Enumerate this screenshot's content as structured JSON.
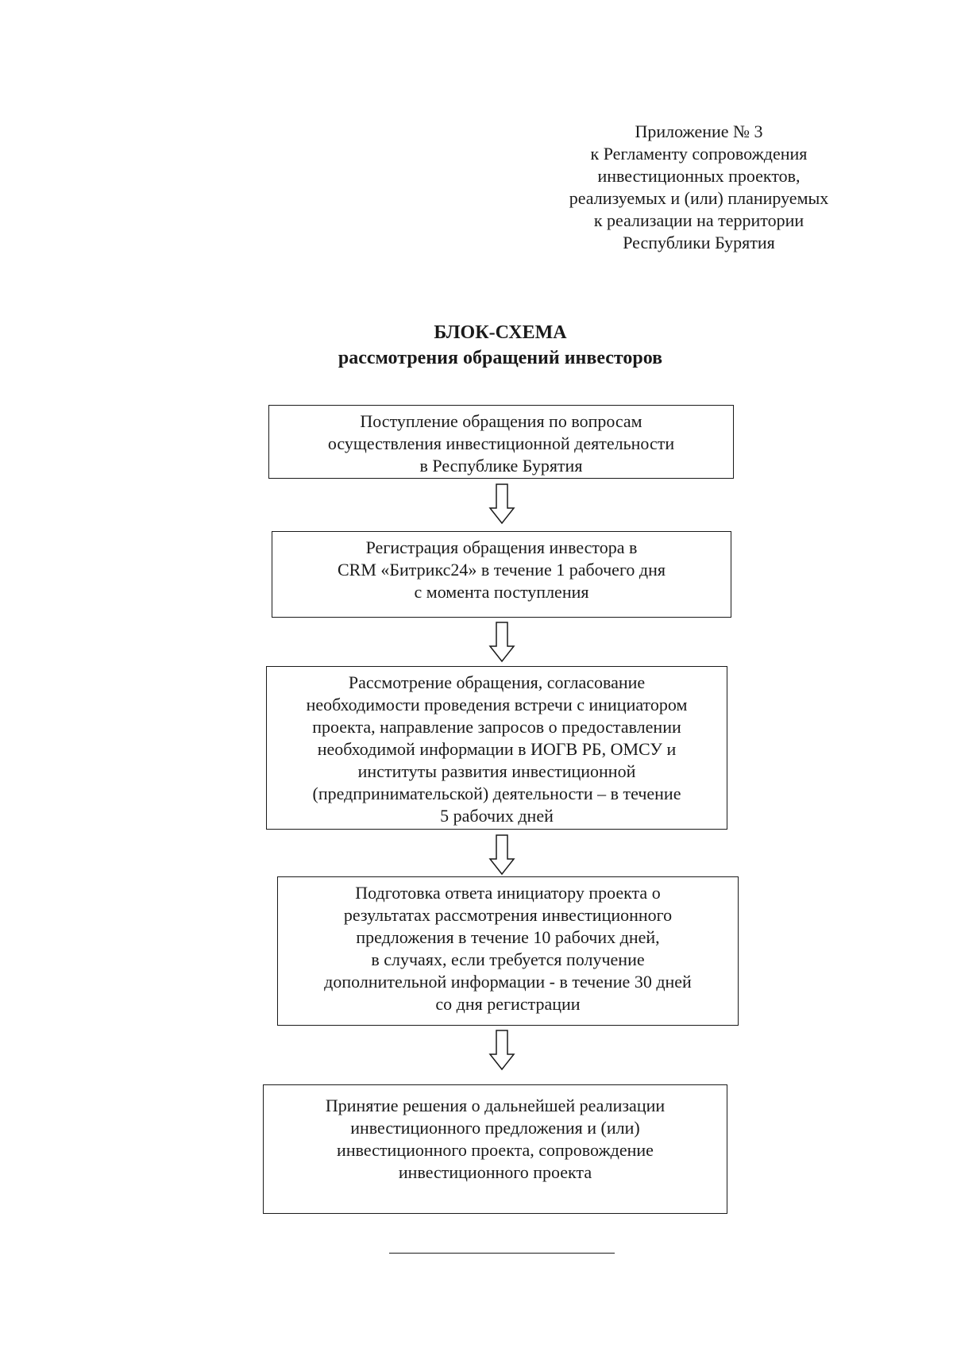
{
  "appendix": {
    "lines": [
      "Приложение № 3",
      "к Регламенту сопровождения",
      "инвестиционных проектов,",
      "реализуемых и (или) планируемых",
      "к реализации на территории",
      "Республики Бурятия"
    ]
  },
  "title": {
    "line1": "БЛОК-СХЕМА",
    "line2": "рассмотрения обращений инвесторов"
  },
  "steps": [
    {
      "lines": [
        "Поступление обращения по вопросам",
        "осуществления инвестиционной деятельности",
        "в Республике Бурятия"
      ]
    },
    {
      "lines": [
        "Регистрация обращения инвестора в",
        "CRM «Битрикс24» в течение 1 рабочего дня",
        "с момента поступления"
      ]
    },
    {
      "lines": [
        "Рассмотрение обращения, согласование",
        "необходимости проведения встречи с инициатором",
        "проекта, направление запросов о предоставлении",
        "необходимой информации в ИОГВ РБ, ОМСУ и",
        "институты развития инвестиционной",
        "(предпринимательской) деятельности – в течение",
        "5 рабочих дней"
      ]
    },
    {
      "lines": [
        "Подготовка ответа инициатору проекта о",
        "результатах рассмотрения инвестиционного",
        "предложения в течение 10 рабочих дней,",
        "в случаях, если требуется получение",
        "дополнительной информации - в течение 30 дней",
        "со дня регистрации"
      ]
    },
    {
      "lines": [
        "Принятие решения о дальнейшей реализации",
        "инвестиционного предложения и (или)",
        "инвестиционного проекта, сопровождение",
        "инвестиционного проекта"
      ]
    }
  ],
  "colors": {
    "ink": "#1a1a1a",
    "paper": "#ffffff"
  }
}
